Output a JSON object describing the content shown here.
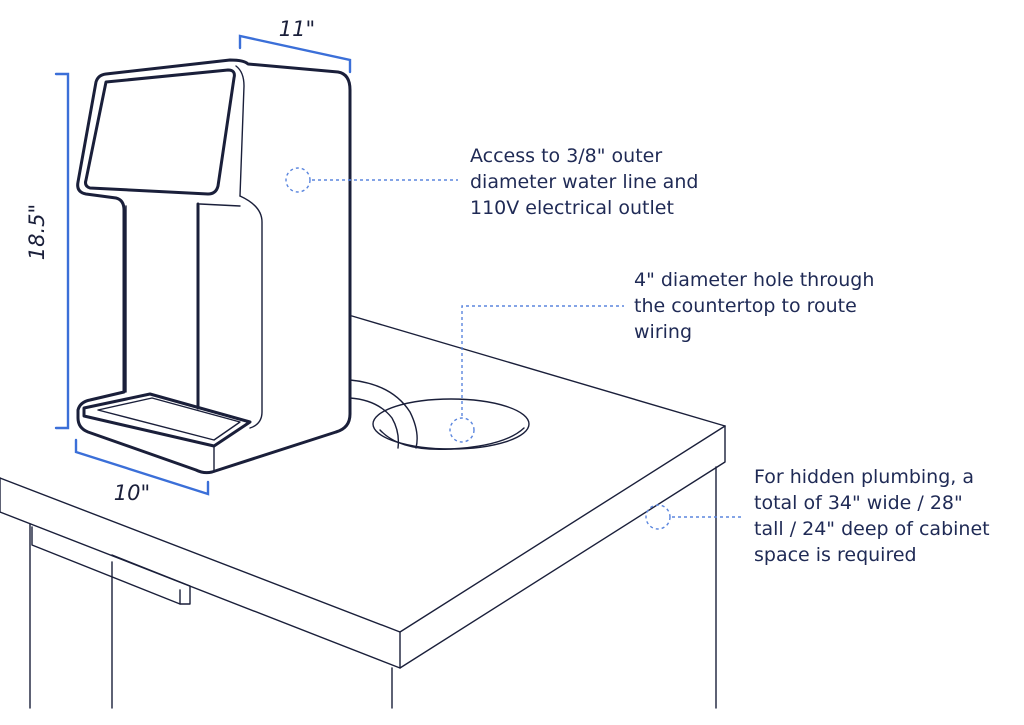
{
  "dimensions": {
    "width": "11\"",
    "height": "18.5\"",
    "depth": "10\""
  },
  "callouts": [
    {
      "lines": [
        "Access to 3/8\" outer",
        "diameter water line and",
        "110V electrical outlet"
      ]
    },
    {
      "lines": [
        "4\" diameter hole through",
        "the countertop to route",
        "wiring"
      ]
    },
    {
      "lines": [
        "For hidden plumbing, a",
        "total of 34\" wide / 28\"",
        "tall / 24\" deep of cabinet",
        "space is required"
      ]
    }
  ],
  "colors": {
    "ink": "#1a1f3a",
    "accent": "#3b6fd8",
    "label": "#1f2a55"
  }
}
